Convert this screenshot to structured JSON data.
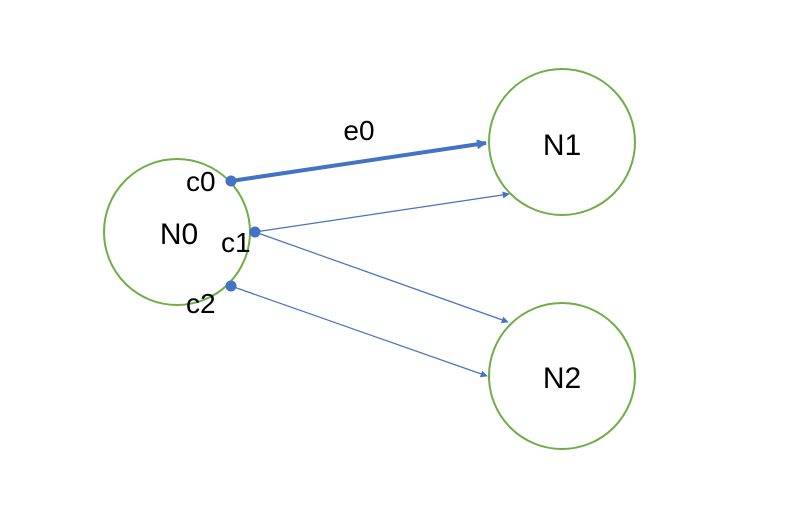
{
  "colors": {
    "node_stroke": "#70ad47",
    "edge": "#4472c4",
    "port": "#4472c4",
    "text": "#000000"
  },
  "nodes": [
    {
      "id": "N0",
      "label": "N0"
    },
    {
      "id": "N1",
      "label": "N1"
    },
    {
      "id": "N2",
      "label": "N2"
    }
  ],
  "ports": [
    {
      "id": "c0",
      "label": "c0",
      "node": "N0"
    },
    {
      "id": "c1",
      "label": "c1",
      "node": "N0"
    },
    {
      "id": "c2",
      "label": "c2",
      "node": "N0"
    }
  ],
  "edges": [
    {
      "id": "e0",
      "label": "e0",
      "from": "c0",
      "to": "N1",
      "emphasis": "bold"
    },
    {
      "id": "e1",
      "label": "",
      "from": "c1",
      "to": "N1",
      "emphasis": "thin"
    },
    {
      "id": "e2",
      "label": "",
      "from": "c1",
      "to": "N2",
      "emphasis": "thin"
    },
    {
      "id": "e3",
      "label": "",
      "from": "c2",
      "to": "N2",
      "emphasis": "thin"
    }
  ]
}
